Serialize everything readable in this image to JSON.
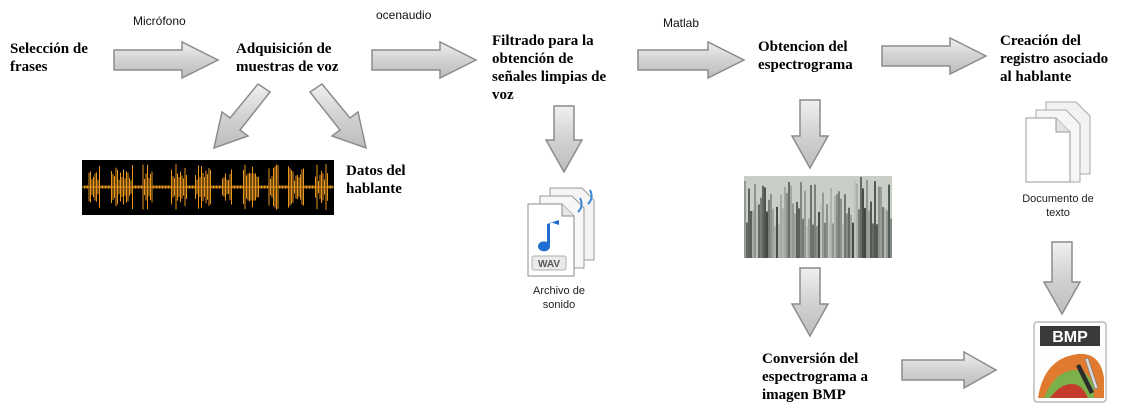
{
  "steps": {
    "seleccion": "Selección de\nfrases",
    "adquisicion": "Adquisición de\nmuestras de voz",
    "filtrado": "Filtrado para la\nobtención de\nseñales limpias de\nvoz",
    "espectrograma": "Obtencion del\nespectrograma",
    "registro": "Creación del\nregistro asociado\nal hablante",
    "datos": "Datos del\nhablante",
    "conversion": "Conversión del\nespectrograma a\nimagen BMP"
  },
  "tools": {
    "microfono": "Micrófono",
    "ocenaudio": "ocenaudio",
    "matlab": "Matlab"
  },
  "captions": {
    "archivo_sonido": "Archivo de\nsonido",
    "documento_texto": "Documento de\ntexto"
  },
  "icons": {
    "wav_text": "WAV",
    "bmp_text": "BMP"
  },
  "colors": {
    "arrow_fill": "#d9d9d9",
    "arrow_stroke": "#8c8c8c",
    "waveform": "#e8961e",
    "waveform_bg": "#000000"
  }
}
